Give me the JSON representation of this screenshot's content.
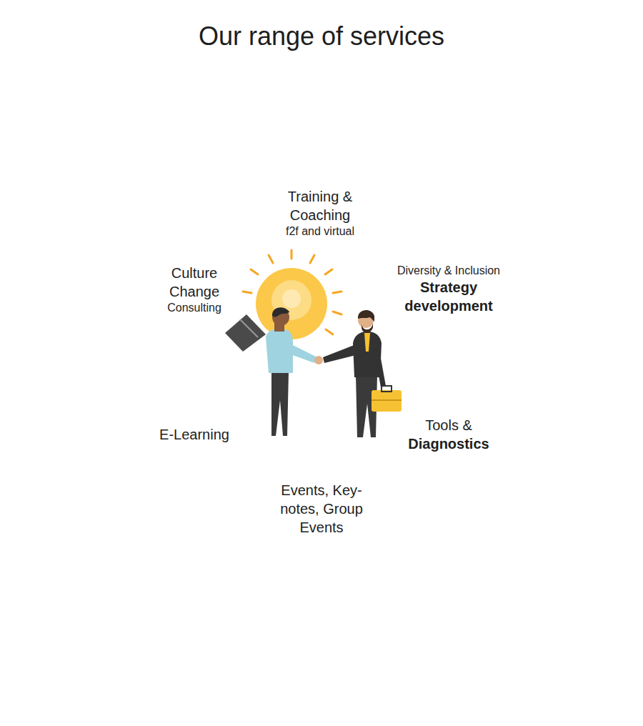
{
  "diagram": {
    "title": "Our range of services",
    "nodes": [
      {
        "text": [
          "Training & Coaching",
          "f2f and virtual"
        ]
      },
      {
        "text": [
          "Culture Change",
          "Consulting"
        ]
      },
      {
        "text": [
          "Diversity & Inclusion",
          "Strategy development"
        ]
      },
      {
        "text": [
          "E-Learning"
        ]
      },
      {
        "text": [
          "Tools &",
          "Diagnostics"
        ]
      },
      {
        "text": [
          "Events, Key-notes, Group Events"
        ]
      }
    ]
  }
}
